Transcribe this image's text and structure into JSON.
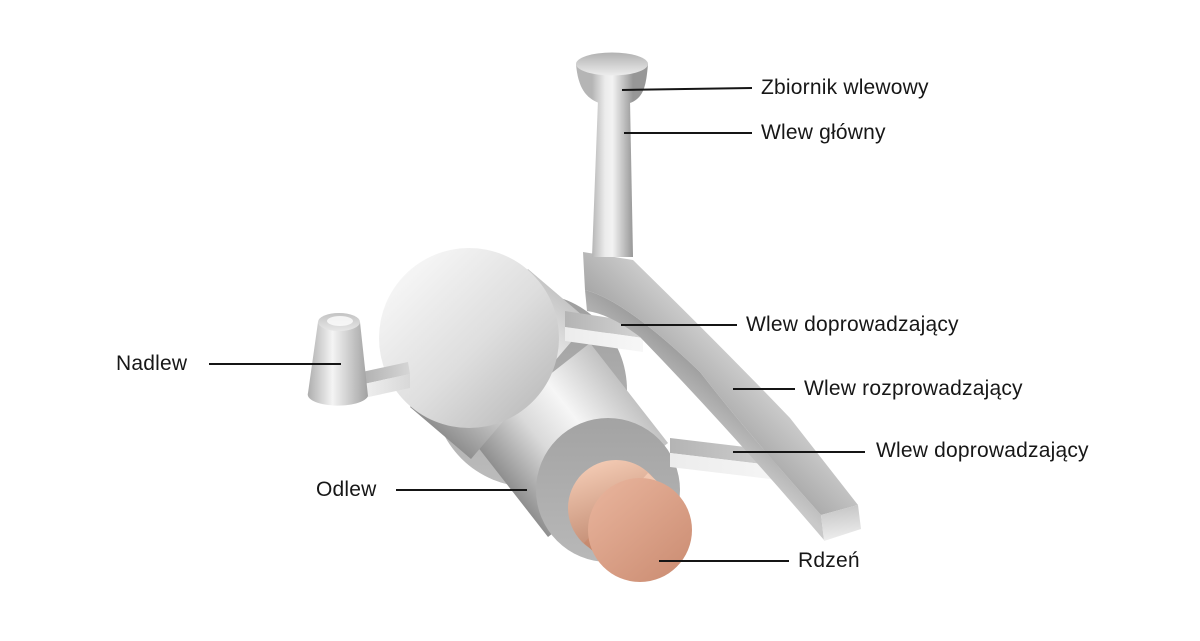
{
  "diagram": {
    "labels": {
      "zbiornik": "Zbiornik wlewowy",
      "wlew_glowny": "Wlew główny",
      "wlew_doprowadzajacy_1": "Wlew doprowadzający",
      "wlew_rozprowadzajacy": "Wlew rozprowadzający",
      "wlew_doprowadzajacy_2": "Wlew doprowadzający",
      "rdzen": "Rdzeń",
      "odlew": "Odlew",
      "nadlew": "Nadlew"
    },
    "palette": {
      "background": "#ffffff",
      "metal_highlight": "#f6f6f6",
      "metal_mid": "#c9c9c9",
      "metal_shadow": "#8f8f8f",
      "ring_gray": "#a8a8a8",
      "core_light": "#f2c9b2",
      "core_mid": "#dba38c",
      "core_dark": "#b87f66",
      "label_text": "#171717",
      "leader_line": "#151515"
    }
  }
}
